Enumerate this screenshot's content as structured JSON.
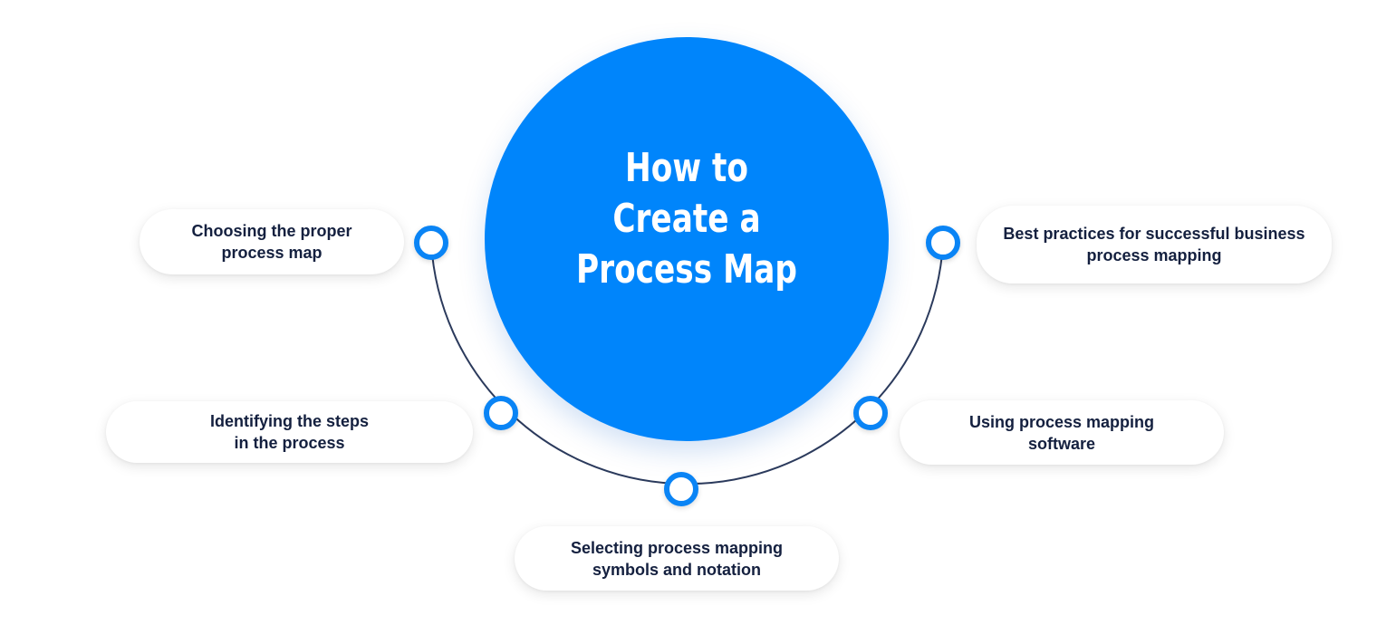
{
  "title": "How to Create a Process Map",
  "steps": [
    {
      "label_line1": "Choosing the proper",
      "label_line2": "process map"
    },
    {
      "label_line1": "Identifying the steps",
      "label_line2": "in the process"
    },
    {
      "label_line1": "Selecting process mapping",
      "label_line2": "symbols and notation"
    },
    {
      "label_line1": "Using process mapping",
      "label_line2": "software"
    },
    {
      "label_line1": "Best practices for successful business",
      "label_line2": "process mapping"
    }
  ],
  "colors": {
    "accent": "#0085fb",
    "arc": "#2b3a5c",
    "text": "#14203f",
    "background": "#ffffff"
  }
}
